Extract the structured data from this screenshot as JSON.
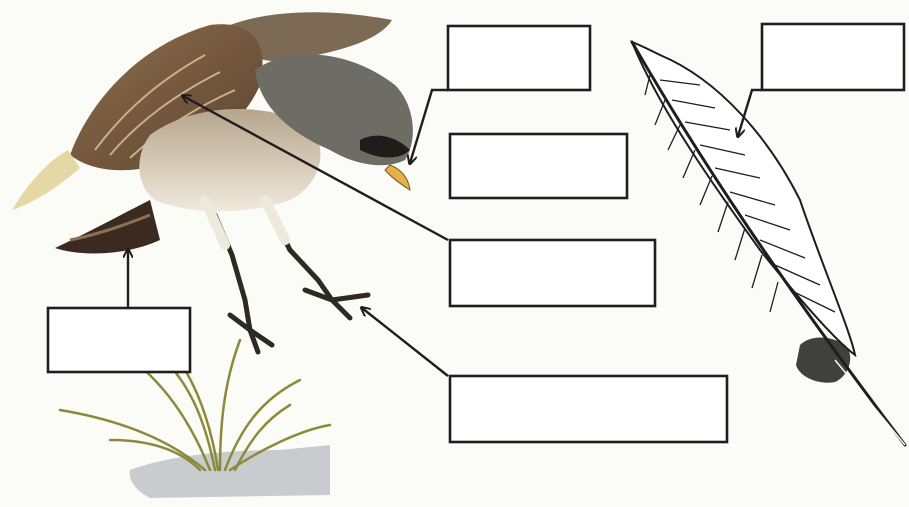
{
  "worksheet": {
    "labels": [
      {
        "id": "beak",
        "text": ""
      },
      {
        "id": "head",
        "text": ""
      },
      {
        "id": "wing",
        "text": ""
      },
      {
        "id": "claw",
        "text": ""
      },
      {
        "id": "tail",
        "text": ""
      },
      {
        "id": "feather",
        "text": ""
      }
    ]
  },
  "colors": {
    "wing": "#7a5c3e",
    "wing_dark": "#3b2a1f",
    "head_gray": "#6d6d66",
    "belly": "#efe9dc",
    "leg": "#2d2a26",
    "grass": "#8c8a3a",
    "snow": "#c9cccf",
    "line": "#1e1e1e"
  }
}
